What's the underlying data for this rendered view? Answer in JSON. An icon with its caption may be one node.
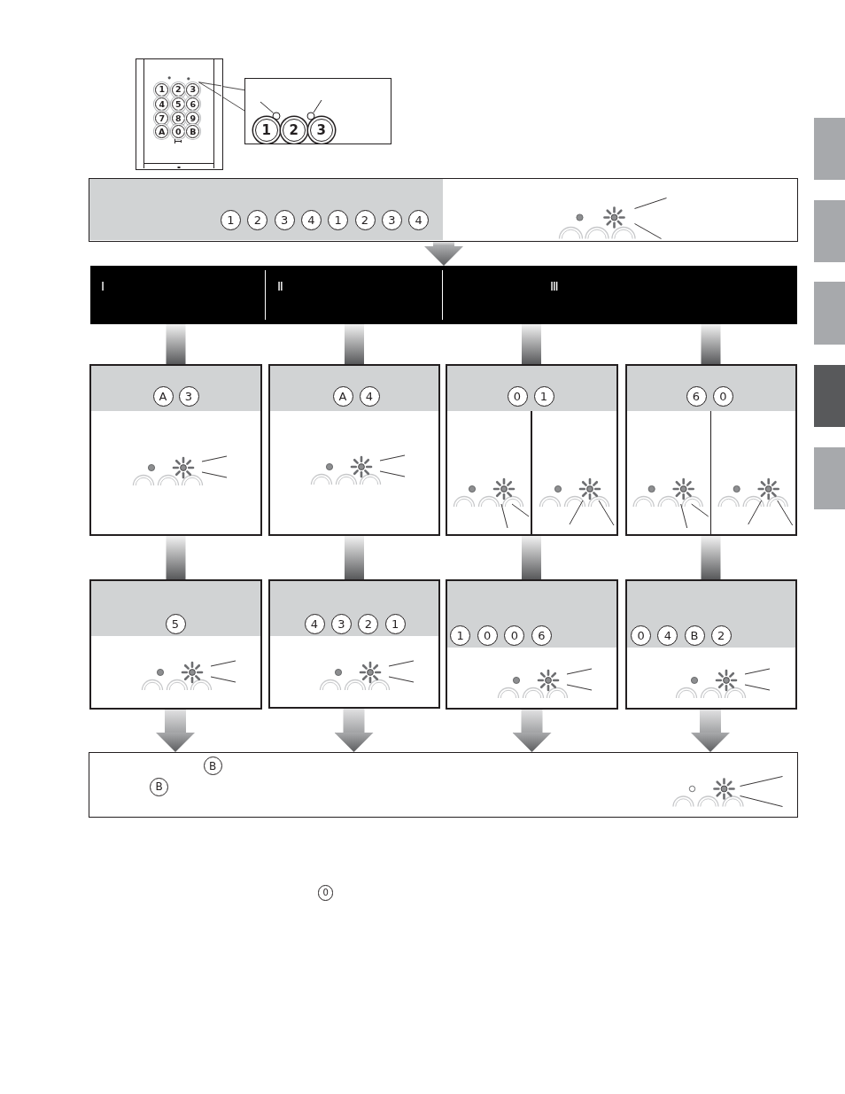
{
  "diagram": {
    "nodes": [
      {
        "text": [
          "1",
          "2",
          "3",
          "4",
          "5",
          "6",
          "7",
          "8",
          "9",
          "A",
          "0",
          "B"
        ]
      },
      {
        "text": [
          "1",
          "2",
          "3"
        ]
      },
      {
        "text": [
          "1",
          "2",
          "3",
          "4",
          "1",
          "2",
          "3",
          "4"
        ]
      },
      {
        "text": [],
        "shape": "bar"
      },
      {
        "text": [
          "Ⅰ"
        ],
        "in": 3
      },
      {
        "text": [
          "Ⅱ"
        ],
        "in": 3
      },
      {
        "text": [
          "Ⅲ"
        ],
        "in": 3
      },
      {
        "text": [
          "A",
          "3"
        ]
      },
      {
        "text": [
          "A",
          "4"
        ]
      },
      {
        "text": [
          "0",
          "1"
        ]
      },
      {
        "text": [
          "6",
          "0"
        ]
      },
      {
        "text": [
          "5"
        ]
      },
      {
        "text": [
          "4",
          "3",
          "2",
          "1"
        ]
      },
      {
        "text": [
          "1",
          "0",
          "0",
          "6"
        ]
      },
      {
        "text": [
          "0",
          "4",
          "B",
          "2"
        ]
      },
      {
        "text": [
          "B",
          "B"
        ]
      }
    ],
    "edges": [
      {
        "from": 0,
        "to": 1,
        "arrow": "none"
      },
      {
        "from": 2,
        "to": 3,
        "arrow": "to",
        "style": "thick"
      },
      {
        "from": 4,
        "to": 7,
        "arrow": "none",
        "style": "thick"
      },
      {
        "from": 5,
        "to": 8,
        "arrow": "none",
        "style": "thick"
      },
      {
        "from": 6,
        "to": 9,
        "arrow": "none",
        "style": "thick"
      },
      {
        "from": 6,
        "to": 10,
        "arrow": "none",
        "style": "thick"
      },
      {
        "from": 7,
        "to": 11,
        "arrow": "none",
        "style": "thick"
      },
      {
        "from": 8,
        "to": 12,
        "arrow": "none",
        "style": "thick"
      },
      {
        "from": 9,
        "to": 13,
        "arrow": "none",
        "style": "thick"
      },
      {
        "from": 10,
        "to": 14,
        "arrow": "none",
        "style": "thick"
      },
      {
        "from": 11,
        "to": 15,
        "arrow": "to",
        "style": "thick"
      },
      {
        "from": 12,
        "to": 15,
        "arrow": "to",
        "style": "thick"
      },
      {
        "from": 13,
        "to": 15,
        "arrow": "to",
        "style": "thick"
      },
      {
        "from": 14,
        "to": 15,
        "arrow": "to",
        "style": "thick"
      }
    ],
    "labels": [
      "0"
    ]
  }
}
